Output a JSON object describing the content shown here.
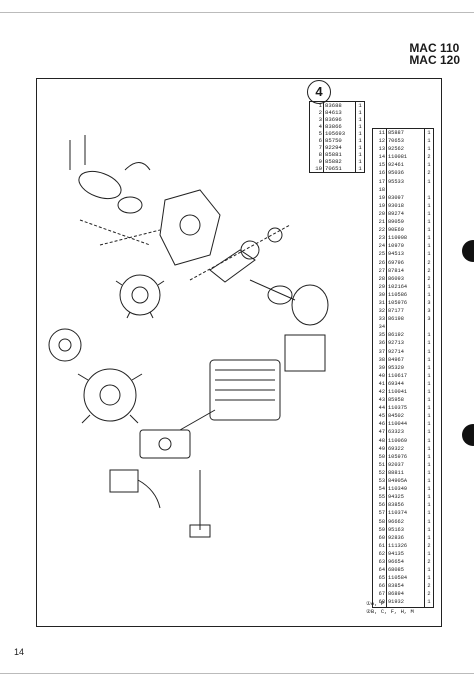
{
  "header": {
    "models": [
      "MAC 110",
      "MAC 120"
    ]
  },
  "callout": {
    "label": "4"
  },
  "small_table": [
    {
      "ref": "1",
      "part": "83688",
      "qty": "1"
    },
    {
      "ref": "2",
      "part": "84613",
      "qty": "1"
    },
    {
      "ref": "3",
      "part": "83696",
      "qty": "1"
    },
    {
      "ref": "4",
      "part": "83866",
      "qty": "1"
    },
    {
      "ref": "5",
      "part": "105693",
      "qty": "1"
    },
    {
      "ref": "6",
      "part": "85750",
      "qty": "1"
    },
    {
      "ref": "7",
      "part": "92294",
      "qty": "1"
    },
    {
      "ref": "8",
      "part": "85881",
      "qty": "1"
    },
    {
      "ref": "9",
      "part": "85882",
      "qty": "1"
    },
    {
      "ref": "10",
      "part": "70651",
      "qty": "1"
    }
  ],
  "big_table": [
    {
      "ref": "11",
      "part": "85887",
      "qty": "1"
    },
    {
      "ref": "12",
      "part": "70653",
      "qty": "1"
    },
    {
      "ref": "13",
      "part": "92562",
      "qty": "1"
    },
    {
      "ref": "14",
      "part": "110081",
      "qty": "2"
    },
    {
      "ref": "15",
      "part": "92461",
      "qty": "1"
    },
    {
      "ref": "16",
      "part": "95036",
      "qty": "2"
    },
    {
      "ref": "17",
      "part": "95533",
      "qty": "1"
    },
    {
      "ref": "18",
      "part": "",
      "qty": ""
    },
    {
      "ref": "19",
      "part": "03097",
      "qty": "1"
    },
    {
      "ref": "19",
      "part": "93018",
      "qty": "1"
    },
    {
      "ref": "20",
      "part": "89274",
      "qty": "1"
    },
    {
      "ref": "21",
      "part": "89059",
      "qty": "1"
    },
    {
      "ref": "22",
      "part": "90E60",
      "qty": "1"
    },
    {
      "ref": "23",
      "part": "110908",
      "qty": "1"
    },
    {
      "ref": "24",
      "part": "10970",
      "qty": "1"
    },
    {
      "ref": "25",
      "part": "94513",
      "qty": "1"
    },
    {
      "ref": "26",
      "part": "69796",
      "qty": "2"
    },
    {
      "ref": "27",
      "part": "87814",
      "qty": "2"
    },
    {
      "ref": "28",
      "part": "86093",
      "qty": "2"
    },
    {
      "ref": "29",
      "part": "102164",
      "qty": "1"
    },
    {
      "ref": "30",
      "part": "110586",
      "qty": "1"
    },
    {
      "ref": "31",
      "part": "105976",
      "qty": "3"
    },
    {
      "ref": "32",
      "part": "87177",
      "qty": "3"
    },
    {
      "ref": "33",
      "part": "86198",
      "qty": "3"
    },
    {
      "ref": "34",
      "part": "",
      "qty": ""
    },
    {
      "ref": "35",
      "part": "86192",
      "qty": "1"
    },
    {
      "ref": "36",
      "part": "92713",
      "qty": "1"
    },
    {
      "ref": "37",
      "part": "92714",
      "qty": "1"
    },
    {
      "ref": "38",
      "part": "84967",
      "qty": "1"
    },
    {
      "ref": "39",
      "part": "95320",
      "qty": "1"
    },
    {
      "ref": "40",
      "part": "110617",
      "qty": "1"
    },
    {
      "ref": "41",
      "part": "69344",
      "qty": "1"
    },
    {
      "ref": "42",
      "part": "110041",
      "qty": "1"
    },
    {
      "ref": "43",
      "part": "85958",
      "qty": "1"
    },
    {
      "ref": "44",
      "part": "110375",
      "qty": "1"
    },
    {
      "ref": "45",
      "part": "84502",
      "qty": "1"
    },
    {
      "ref": "46",
      "part": "110044",
      "qty": "1"
    },
    {
      "ref": "47",
      "part": "63323",
      "qty": "1"
    },
    {
      "ref": "48",
      "part": "110069",
      "qty": "1"
    },
    {
      "ref": "49",
      "part": "69322",
      "qty": "1"
    },
    {
      "ref": "50",
      "part": "105976",
      "qty": "1"
    },
    {
      "ref": "51",
      "part": "92037",
      "qty": "1"
    },
    {
      "ref": "52",
      "part": "88811",
      "qty": "1"
    },
    {
      "ref": "53",
      "part": "84905A",
      "qty": "1"
    },
    {
      "ref": "54",
      "part": "110349",
      "qty": "1"
    },
    {
      "ref": "55",
      "part": "94325",
      "qty": "1"
    },
    {
      "ref": "56",
      "part": "83856",
      "qty": "1"
    },
    {
      "ref": "57",
      "part": "110374",
      "qty": "1"
    },
    {
      "ref": "58",
      "part": "96662",
      "qty": "1"
    },
    {
      "ref": "59",
      "part": "95163",
      "qty": "1"
    },
    {
      "ref": "60",
      "part": "92836",
      "qty": "1"
    },
    {
      "ref": "61",
      "part": "111326",
      "qty": "2"
    },
    {
      "ref": "62",
      "part": "94135",
      "qty": "1"
    },
    {
      "ref": "63",
      "part": "96654",
      "qty": "2"
    },
    {
      "ref": "64",
      "part": "68085",
      "qty": "1"
    },
    {
      "ref": "65",
      "part": "110584",
      "qty": "1"
    },
    {
      "ref": "66",
      "part": "83854",
      "qty": "2"
    },
    {
      "ref": "67",
      "part": "86894",
      "qty": "2"
    },
    {
      "ref": "68",
      "part": "91932",
      "qty": "1"
    }
  ],
  "footnotes": [
    "①A, P",
    "②B, C, F, H, M"
  ],
  "page_number": "14"
}
